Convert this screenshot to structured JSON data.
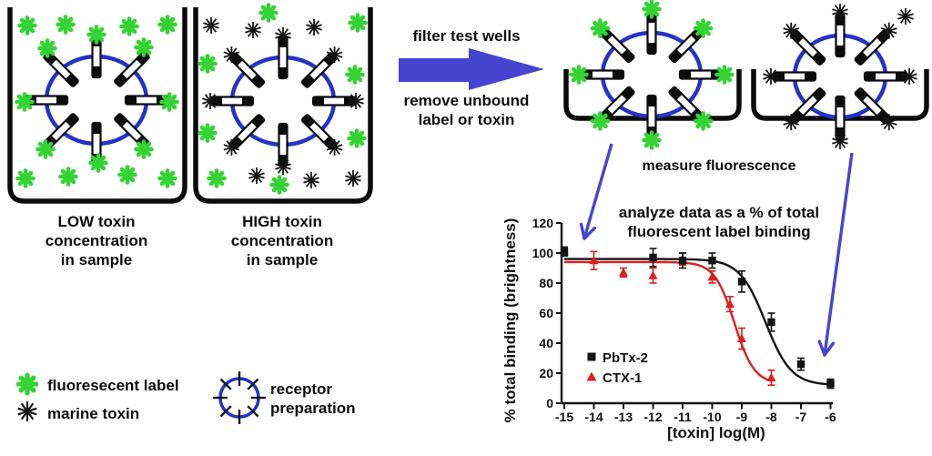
{
  "colors": {
    "fluorescent_green": "#33d333",
    "toxin_black": "#141414",
    "receptor_blue": "#2433c6",
    "arrow_blue": "#4545d2",
    "ctx_red": "#db1f1f",
    "pbtx_black": "#141414"
  },
  "left_panel": {
    "well_low_label": [
      "LOW toxin",
      "concentration",
      "in sample"
    ],
    "well_high_label": [
      "HIGH toxin",
      "concentration",
      "in sample"
    ]
  },
  "process": {
    "filter_label": "filter test wells",
    "remove_label": [
      "remove unbound",
      "label or toxin"
    ],
    "measure_label": "measure fluorescence",
    "analyze_label": [
      "analyze data as a % of total",
      "fluorescent label binding"
    ]
  },
  "key": {
    "fluorescent": "fluoresecent label",
    "toxin": "marine toxin",
    "receptor": [
      "receptor",
      "preparation"
    ]
  },
  "chart_data": {
    "type": "line",
    "title": "analyze data as a % of total fluorescent label binding",
    "xlabel": "[toxin] log(M)",
    "ylabel": "% total binding (brightness)",
    "xlim": [
      -15,
      -6
    ],
    "ylim": [
      0,
      120
    ],
    "xticks": [
      -15,
      -14,
      -13,
      -12,
      -11,
      -10,
      -9,
      -8,
      -7,
      -6
    ],
    "yticks": [
      0,
      20,
      40,
      60,
      80,
      100,
      120
    ],
    "grid": false,
    "legend_position": "inside lower-left",
    "series": [
      {
        "name": "PbTx-2",
        "marker": "square",
        "color": "#141414",
        "x": [
          -15,
          -12,
          -11,
          -10,
          -9,
          -8,
          -7,
          -6
        ],
        "y": [
          101,
          97,
          95,
          95,
          81,
          54,
          26,
          13
        ],
        "err": [
          3,
          6,
          5,
          5,
          7,
          6,
          4,
          3
        ],
        "fit": {
          "top": 96,
          "bottom": 12,
          "ec50": -8.2,
          "hill": 1.0,
          "draw_from": -15,
          "draw_to": -6
        }
      },
      {
        "name": "CTX-1",
        "marker": "triangle",
        "color": "#db1f1f",
        "x": [
          -15,
          -14,
          -13,
          -12,
          -11,
          -10,
          -9.4,
          -9,
          -8
        ],
        "y": [
          101,
          95,
          87,
          85,
          96,
          84,
          66,
          43,
          17
        ],
        "err": [
          2,
          6,
          3,
          5,
          4,
          4,
          5,
          7,
          5
        ],
        "fit": {
          "top": 94,
          "bottom": 13,
          "ec50": -9.25,
          "hill": 1.3,
          "draw_from": -15,
          "draw_to": -8
        }
      }
    ]
  }
}
